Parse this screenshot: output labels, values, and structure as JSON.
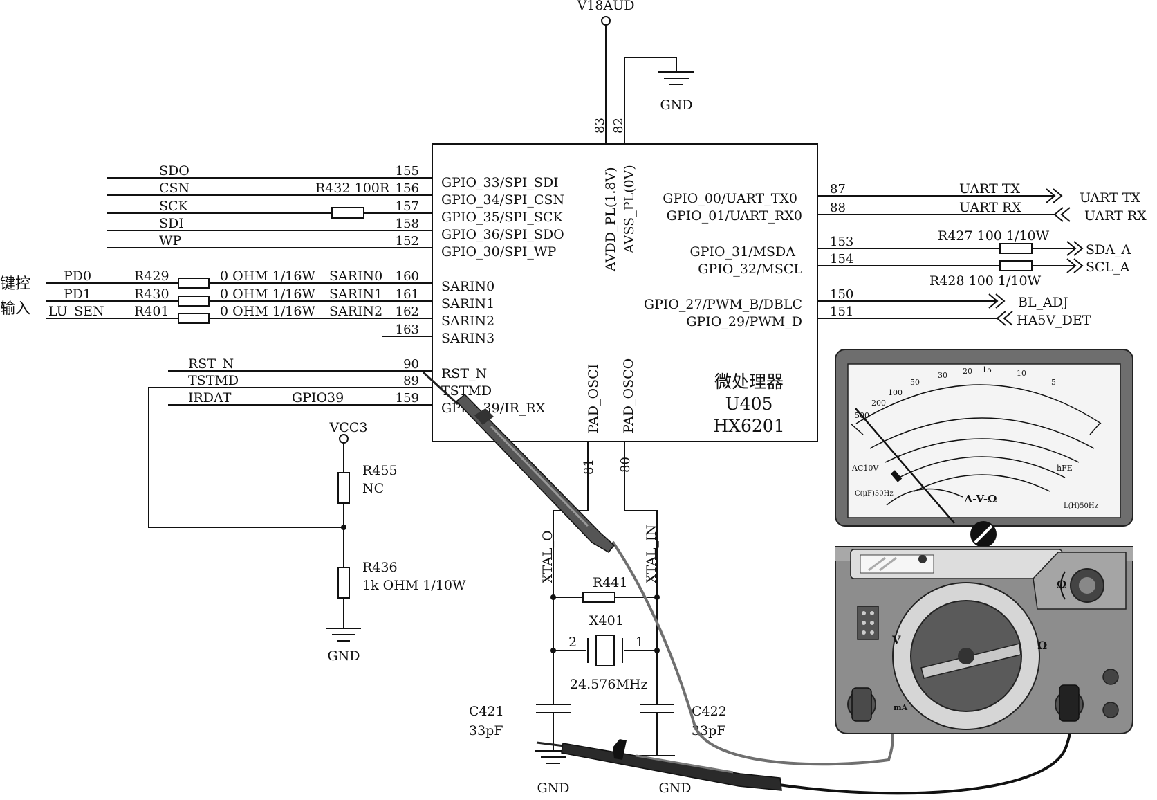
{
  "power": {
    "v18aud": "V18AUD",
    "gnd_top": "GND",
    "vcc3": "VCC3"
  },
  "ic": {
    "name_cn": "微处理器",
    "ref": "U405",
    "part": "HX6201",
    "top_pins": [
      {
        "num": "83",
        "name": "AVDD_PL(1.8V)"
      },
      {
        "num": "82",
        "name": "AVSS_PL(0V)"
      }
    ],
    "bottom_pins": [
      {
        "num": "81",
        "name": "PAD_OSCI"
      },
      {
        "num": "80",
        "name": "PAD_OSCO"
      }
    ],
    "left_pins": [
      {
        "num": "155",
        "name": "GPIO_33/SPI_SDI",
        "net": "SDO"
      },
      {
        "num": "156",
        "name": "GPIO_34/SPI_CSN",
        "net": "CSN"
      },
      {
        "num": "157",
        "name": "GPIO_35/SPI_SCK",
        "net": "SCK"
      },
      {
        "num": "158",
        "name": "GPIO_36/SPI_SDO",
        "net": "SDI"
      },
      {
        "num": "152",
        "name": "GPIO_30/SPI_WP",
        "net": "WP"
      },
      {
        "num": "160",
        "name": "SARIN0",
        "net": "SARIN0"
      },
      {
        "num": "161",
        "name": "SARIN1",
        "net": "SARIN1"
      },
      {
        "num": "162",
        "name": "SARIN2",
        "net": "SARIN2"
      },
      {
        "num": "163",
        "name": "SARIN3",
        "net": ""
      },
      {
        "num": "90",
        "name": "RST_N",
        "net": "RST_N"
      },
      {
        "num": "89",
        "name": "TSTMD",
        "net": "TSTMD"
      },
      {
        "num": "159",
        "name": "GPIO_39/IR_RX",
        "net": "IRDAT",
        "extra": "GPIO39"
      }
    ],
    "right_pins": [
      {
        "num": "87",
        "name": "GPIO_00/UART_TX0",
        "net": "UART TX",
        "dest": "UART TX"
      },
      {
        "num": "88",
        "name": "GPIO_01/UART_RX0",
        "net": "UART RX",
        "dest": "UART RX"
      },
      {
        "num": "153",
        "name": "GPIO_31/MSDA",
        "dest": "SDA_A"
      },
      {
        "num": "154",
        "name": "GPIO_32/MSCL",
        "dest": "SCL_A"
      },
      {
        "num": "150",
        "name": "GPIO_27/PWM_B/DBLC",
        "dest": "BL_ADJ"
      },
      {
        "num": "151",
        "name": "GPIO_29/PWM_D",
        "dest": "HA5V_DET"
      }
    ]
  },
  "resistors": {
    "r432": "R432 100R",
    "r427": "R427 100 1/10W",
    "r428": "R428 100 1/10W",
    "r429": "R429",
    "r430": "R430",
    "r401": "R401",
    "r_value": "0 OHM 1/16W",
    "r455": "R455",
    "r455_val": "NC",
    "r436": "R436",
    "r436_val": "1k OHM 1/10W",
    "r441": "R441"
  },
  "key_input": {
    "label_line1": "键控",
    "label_line2": "输入",
    "nets": [
      "PD0",
      "PD1",
      "LU_SEN"
    ]
  },
  "crystal": {
    "ref": "X401",
    "freq": "24.576MHz",
    "pin2": "2",
    "pin1": "1",
    "xtal_o": "XTAL_O",
    "xtal_in": "XTAL_IN"
  },
  "caps": {
    "c421": "C421",
    "c421_val": "33pF",
    "c422": "C422",
    "c422_val": "33pF"
  },
  "gnds": [
    "GND",
    "GND",
    "GND"
  ],
  "meter": {
    "scale_label": "A-V-Ω",
    "ac10v": "AC10V",
    "cap_label": "C(μF)50Hz",
    "l_label": "L(H)50Hz",
    "hfe": "hFE",
    "ohm_symbol": "Ω",
    "v_symbol": "V",
    "ma_symbol": "mA",
    "range_ohm": "Ω",
    "ohm_scale": [
      "500",
      "200",
      "100",
      "50",
      "30",
      "20",
      "15",
      "10",
      "5"
    ]
  }
}
